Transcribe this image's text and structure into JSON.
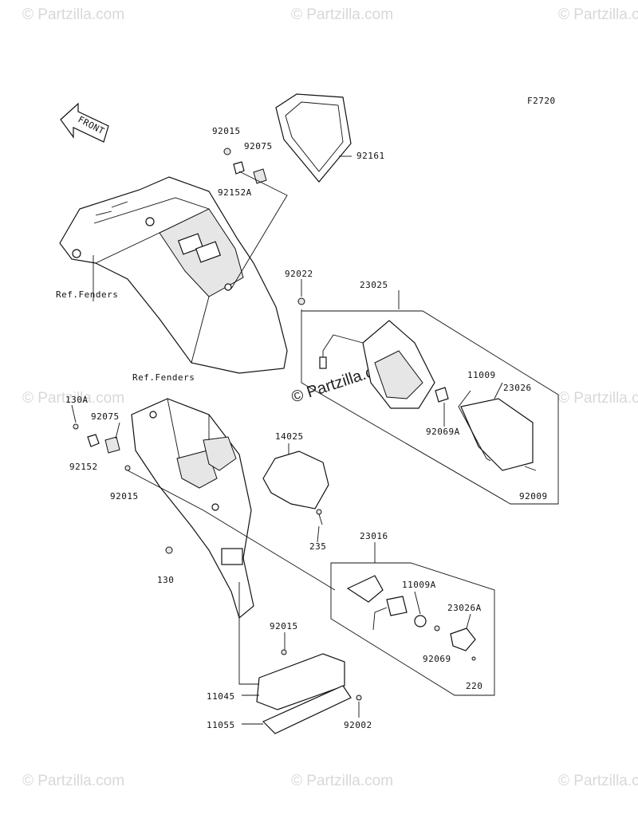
{
  "figure_code": "F2720",
  "front_label": "FRONT",
  "watermark": "© Partzilla.com",
  "watermark_center": "© Partzilla.com",
  "ref_fenders_top": "Ref.Fenders",
  "ref_fenders_mid": "Ref.Fenders",
  "parts": {
    "p92015_top": "92015",
    "p92075_top": "92075",
    "p92152A": "92152A",
    "p92161": "92161",
    "p92022": "92022",
    "p23025": "23025",
    "p11009": "11009",
    "p23026": "23026",
    "p92069A": "92069A",
    "p92009": "92009",
    "p130A": "130A",
    "p92075_mid": "92075",
    "p92152": "92152",
    "p92015_mid": "92015",
    "p14025": "14025",
    "p235": "235",
    "p130": "130",
    "p23016": "23016",
    "p11009A": "11009A",
    "p23026A": "23026A",
    "p92069": "92069",
    "p220": "220",
    "p92015_bot": "92015",
    "p11045": "11045",
    "p11055": "11055",
    "p92002": "92002"
  }
}
